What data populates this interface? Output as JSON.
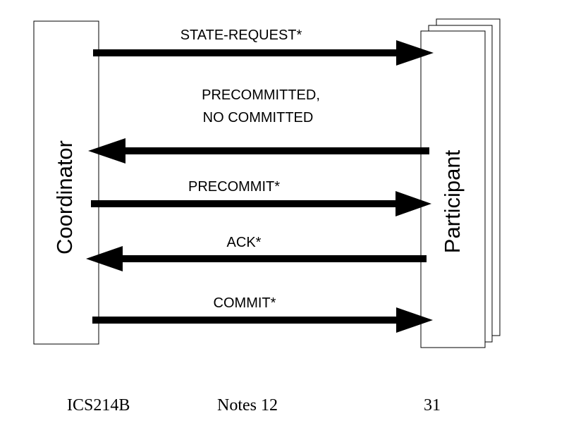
{
  "diagram": {
    "coordinator_label": "Coordinator",
    "participant_label": "Participant",
    "messages": [
      {
        "text": "STATE-REQUEST*",
        "direction": "right"
      },
      {
        "text": "PRECOMMITTED,",
        "direction": "left"
      },
      {
        "text": "NO COMMITTED",
        "direction": "left"
      },
      {
        "text": "PRECOMMIT*",
        "direction": "right"
      },
      {
        "text": "ACK*",
        "direction": "left"
      },
      {
        "text": "COMMIT*",
        "direction": "right"
      }
    ]
  },
  "footer": {
    "course": "ICS214B",
    "notes": "Notes 12",
    "page": "31"
  }
}
